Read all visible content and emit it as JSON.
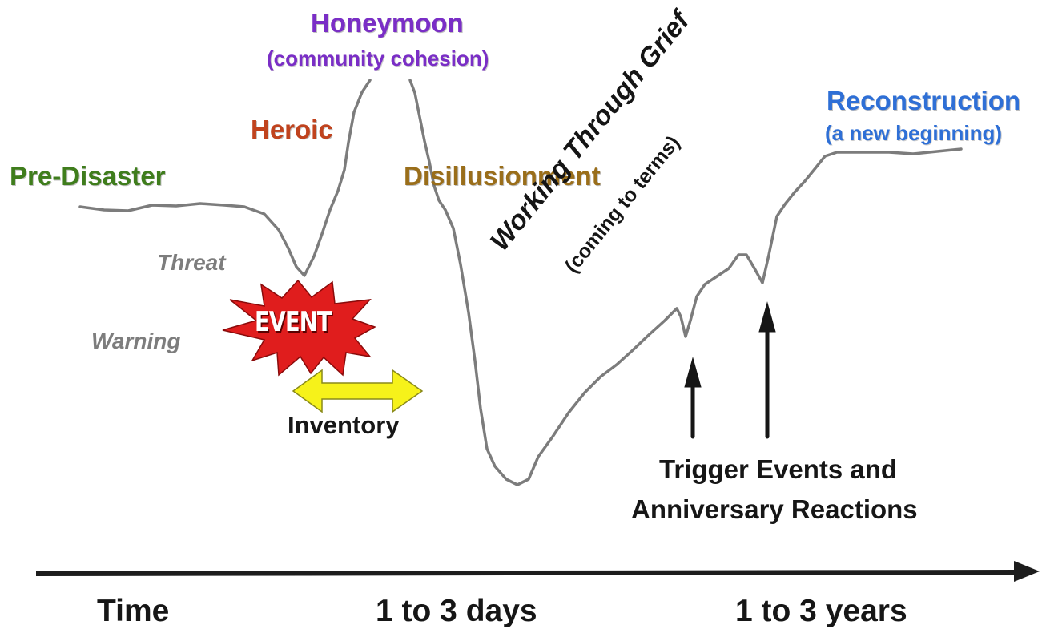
{
  "phases": {
    "pre_disaster": {
      "label": "Pre-Disaster",
      "color": "#3f7d1c"
    },
    "heroic": {
      "label": "Heroic",
      "color": "#c0431e"
    },
    "honeymoon": {
      "label": "Honeymoon",
      "sublabel": "(community cohesion)",
      "color": "#7a2ec6"
    },
    "disillusionment": {
      "label": "Disillusionment",
      "color": "#9a6e1a"
    },
    "working_through_grief": {
      "label": "Working Through Grief",
      "sublabel": "(coming to terms)",
      "color": "#151515"
    },
    "reconstruction": {
      "label": "Reconstruction",
      "sublabel": "(a new beginning)",
      "color": "#2e6fd6"
    }
  },
  "annotations": {
    "threat": "Threat",
    "warning": "Warning",
    "event": "EVENT",
    "inventory": "Inventory",
    "triggers_line1": "Trigger Events and",
    "triggers_line2": "Anniversary Reactions"
  },
  "axis": {
    "time": "Time",
    "days": "1 to 3 days",
    "years": "1 to 3 years"
  },
  "colors": {
    "curve": "#7c7c7c",
    "event_burst": "#e01d1d",
    "inventory_arrow": "#f6f21a",
    "axis": "#1d1d1d"
  }
}
